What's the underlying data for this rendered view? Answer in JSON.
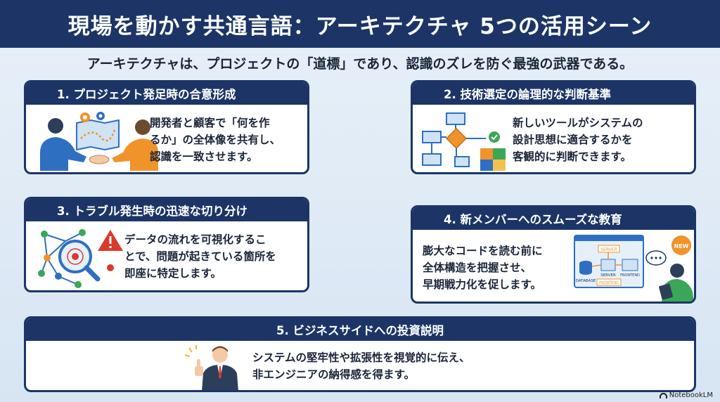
{
  "header": {
    "title": "現場を動かす共通言語：アーキテクチャ 5つの活用シーン"
  },
  "subtitle": "アーキテクチャは、プロジェクトの「道標」であり、認識のズレを防ぐ最強の武器である。",
  "cards": [
    {
      "title": "1. プロジェクト発足時の合意形成",
      "text": "開発者と顧客で「何を作\nるか」の全体像を共有し、\n認識を一致させます。"
    },
    {
      "title": "2. 技術選定の論理的な判断基準",
      "text": "新しいツールがシステムの\n設計思想に適合するかを\n客観的に判断できます。"
    },
    {
      "title": "3. トラブル発生時の迅速な切り分け",
      "text": "データの流れを可視化するこ\nとで、問題が起きている箇所を\n即座に特定します。"
    },
    {
      "title": "4. 新メンバーへのスムーズな教育",
      "text": "膨大なコードを読む前に\n全体構造を把握させ、\n早期戦力化を促します。"
    },
    {
      "title": "5. ビジネスサイドへの投資説明",
      "text": "システムの堅牢性や拡張性を視覚的に伝え、\n非エンジニアの納得感を得ます。"
    }
  ],
  "diagram_labels": {
    "server": "SERVER",
    "database": "DATABASE",
    "frontend": "FRONTEND",
    "new_badge": "NEW"
  },
  "brand": "NotebookLM",
  "colors": {
    "navy": "#1c3566",
    "blue": "#2f6fc1",
    "orange": "#f0932b",
    "red": "#d93a2b",
    "green": "#3aa657"
  }
}
